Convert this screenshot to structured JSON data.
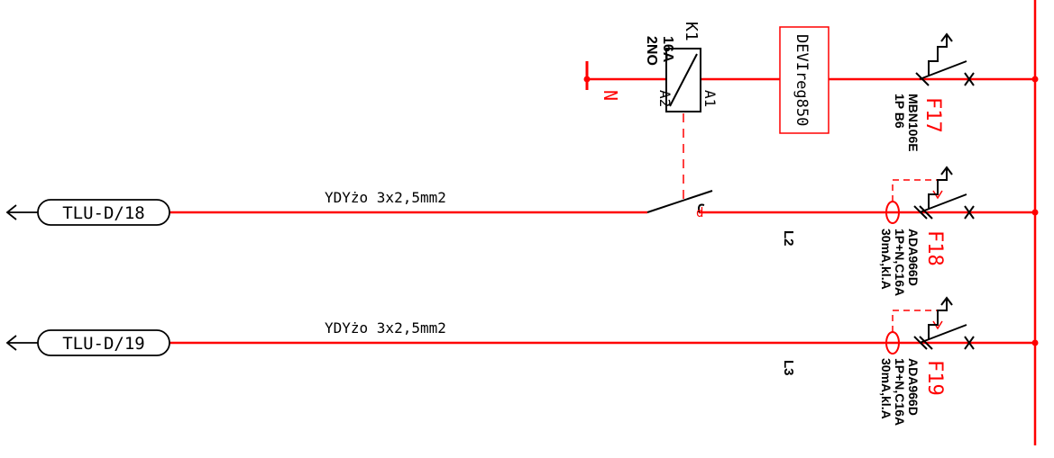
{
  "colors": {
    "wire": "#ff0000",
    "ink": "#000000",
    "background": "#ffffff"
  },
  "outputs": [
    {
      "tag": "TLU-D/18",
      "cable": "YDYżo  3x2,5mm2",
      "phase": "L2"
    },
    {
      "tag": "TLU-D/19",
      "cable": "YDYżo  3x2,5mm2",
      "phase": "L3"
    }
  ],
  "contactor": {
    "ref": "K1",
    "rating": "16A",
    "contacts": "2NO",
    "coil_a1": "A1",
    "coil_a2": "A2",
    "neutral": "N"
  },
  "thermostat": {
    "label": "DEVIreg850"
  },
  "breakers": [
    {
      "ref": "F17",
      "model": "MBN106E",
      "spec": "1P B6"
    },
    {
      "ref": "F18",
      "model": "ADA966D",
      "spec": "1P+N,C16A",
      "rcd": "30mA,kl.A"
    },
    {
      "ref": "F19",
      "model": "ADA966D",
      "spec": "1P+N,C16A",
      "rcd": "30mA,kl.A"
    }
  ],
  "contact_mark": "d"
}
